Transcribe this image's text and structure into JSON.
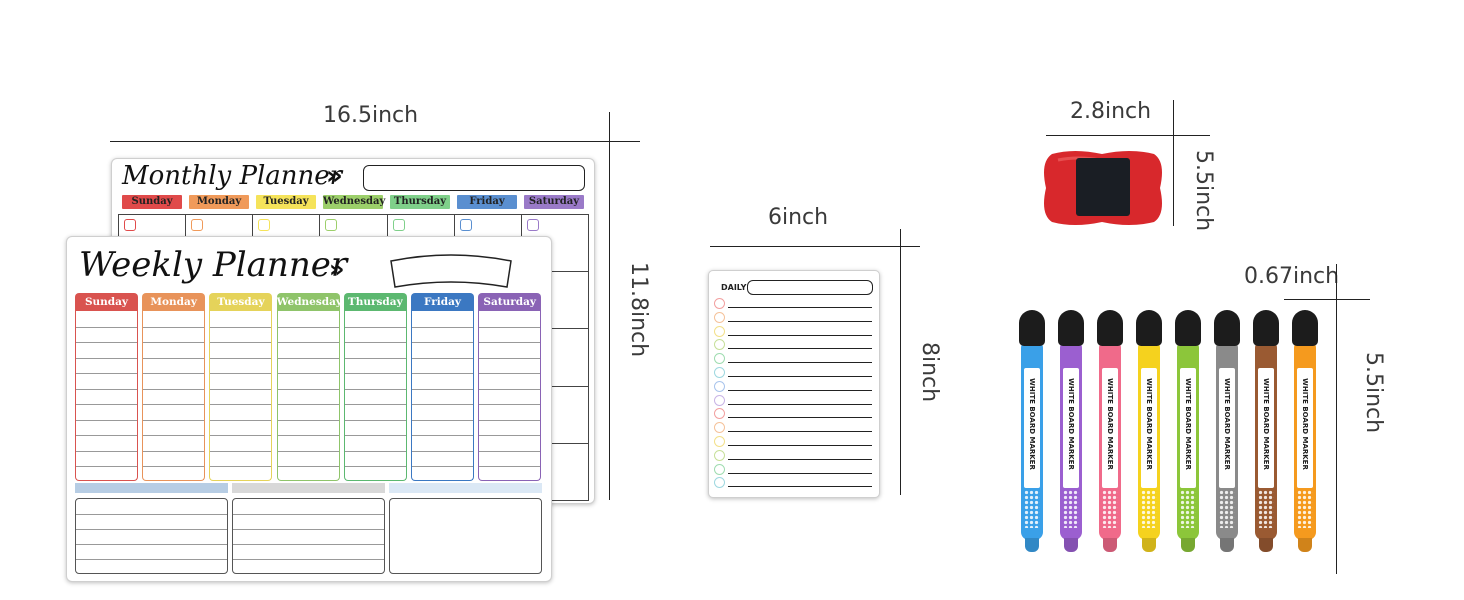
{
  "dimensions": {
    "monthly_width": "16.5inch",
    "monthly_height": "11.8inch",
    "daily_width": "6inch",
    "daily_height": "8inch",
    "eraser_width": "2.8inch",
    "eraser_height": "5.5inch",
    "marker_width": "0.67inch",
    "marker_height": "5.5inch"
  },
  "monthly": {
    "title": "Monthly Planner",
    "chevron": "»",
    "days": [
      {
        "label": "Sunday",
        "color": "#e04a4a"
      },
      {
        "label": "Monday",
        "color": "#f09a5a"
      },
      {
        "label": "Tuesday",
        "color": "#f5e35a"
      },
      {
        "label": "Wednesday",
        "color": "#9ccf6a"
      },
      {
        "label": "Thursday",
        "color": "#7fd08a"
      },
      {
        "label": "Friday",
        "color": "#5a8fd0"
      },
      {
        "label": "Saturday",
        "color": "#9a7ac8"
      }
    ]
  },
  "weekly": {
    "title": "Weekly Planner",
    "chevron": "»",
    "days": [
      {
        "label": "Sunday",
        "color": "#d9534f"
      },
      {
        "label": "Monday",
        "color": "#e8935a"
      },
      {
        "label": "Tuesday",
        "color": "#e5d35a"
      },
      {
        "label": "Wednesday",
        "color": "#8fc46a"
      },
      {
        "label": "Thursday",
        "color": "#5cb870"
      },
      {
        "label": "Friday",
        "color": "#3b78c2"
      },
      {
        "label": "Saturday",
        "color": "#8a63b5"
      }
    ],
    "note_colors": [
      "#b7cde4",
      "#d8d8d8",
      "#dbe8f5"
    ]
  },
  "daily": {
    "title": "DAILY",
    "circle_colors": [
      "#f2a0a0",
      "#f5c29a",
      "#f3e08a",
      "#c7e09a",
      "#9fdcb0",
      "#9fd8e0",
      "#a9c4ec",
      "#c9b4e6",
      "#f2a0a0",
      "#f5c29a",
      "#f3e08a",
      "#c7e09a",
      "#9fdcb0",
      "#9fd8e0"
    ]
  },
  "eraser": {
    "color": "#d8282c",
    "pad_color": "#1a1e24"
  },
  "markers": {
    "label": "WHITE BOARD MARKER",
    "colors": [
      "#3aa0e8",
      "#9b5fd0",
      "#f06a8a",
      "#f5d21e",
      "#8cc63a",
      "#8a8a8a",
      "#9a5a32",
      "#f59a1e"
    ]
  }
}
